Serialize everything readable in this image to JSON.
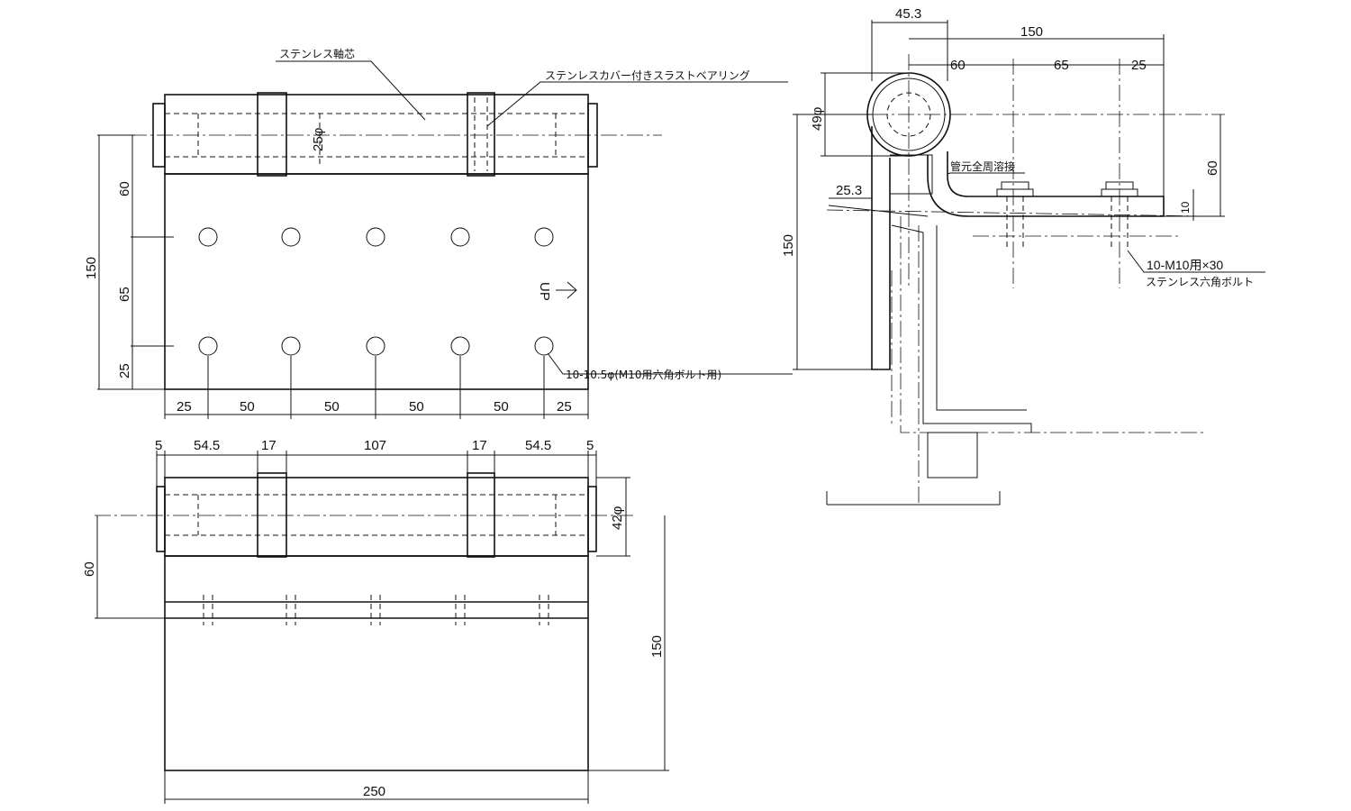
{
  "labels": {
    "shaft": "ステンレス軸芯",
    "bearing": "ステンレスカバー付きスラストベアリング",
    "holes": "10-10.5φ(M10用六角ボルト用)",
    "up": "UP",
    "weld": "管元全周溶接",
    "bolt_spec": "10-M10用×30",
    "bolt_name": "ステンレス六角ボルト"
  },
  "top_view": {
    "pin_dia": "25φ",
    "vertical_dims": [
      "60",
      "65",
      "25"
    ],
    "overall_height": "150",
    "horizontal_dims": [
      "25",
      "50",
      "50",
      "50",
      "50",
      "25"
    ]
  },
  "front_view": {
    "knuckle_dims": [
      "5",
      "54.5",
      "17",
      "107",
      "17",
      "54.5",
      "5"
    ],
    "tube_dia": "42φ",
    "left_dim": "60",
    "right_dim": "150",
    "width": "250"
  },
  "side_view": {
    "offset": "45.3",
    "overall": "150",
    "spacing": [
      "60",
      "65",
      "25"
    ],
    "tube_dia": "49φ",
    "thickness": "25.3",
    "height": "60",
    "plate": "10",
    "vertical": "150"
  }
}
